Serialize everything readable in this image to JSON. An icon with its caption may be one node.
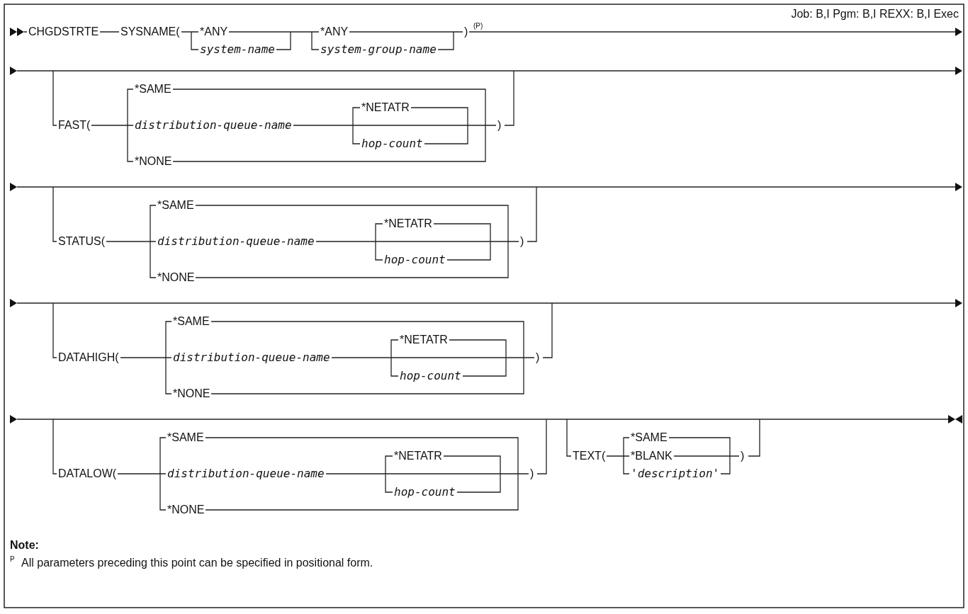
{
  "diagram": {
    "labels": [
      "Job: B,I Pgm: B,I REXX: B,I Exec",
      "CHGDSTRTE",
      "SYSNAME(",
      "*ANY",
      "system-name",
      "*ANY",
      "system-group-name",
      ")",
      "(P)",
      "*SAME",
      "FAST(",
      "distribution-queue-name",
      "*NETATR",
      "hop-count",
      "*NONE",
      ")",
      "*SAME",
      "STATUS(",
      "distribution-queue-name",
      "*NETATR",
      "hop-count",
      "*NONE",
      ")",
      "*SAME",
      "DATAHIGH(",
      "distribution-queue-name",
      "*NETATR",
      "hop-count",
      "*NONE",
      ")",
      "*SAME",
      "DATALOW(",
      "distribution-queue-name",
      "*NETATR",
      "hop-count",
      "*NONE",
      ")",
      "TEXT(",
      "*SAME",
      "*BLANK",
      "'description'",
      ")",
      "Note:",
      "P",
      "All parameters preceding this point can be specified in positional form."
    ]
  }
}
